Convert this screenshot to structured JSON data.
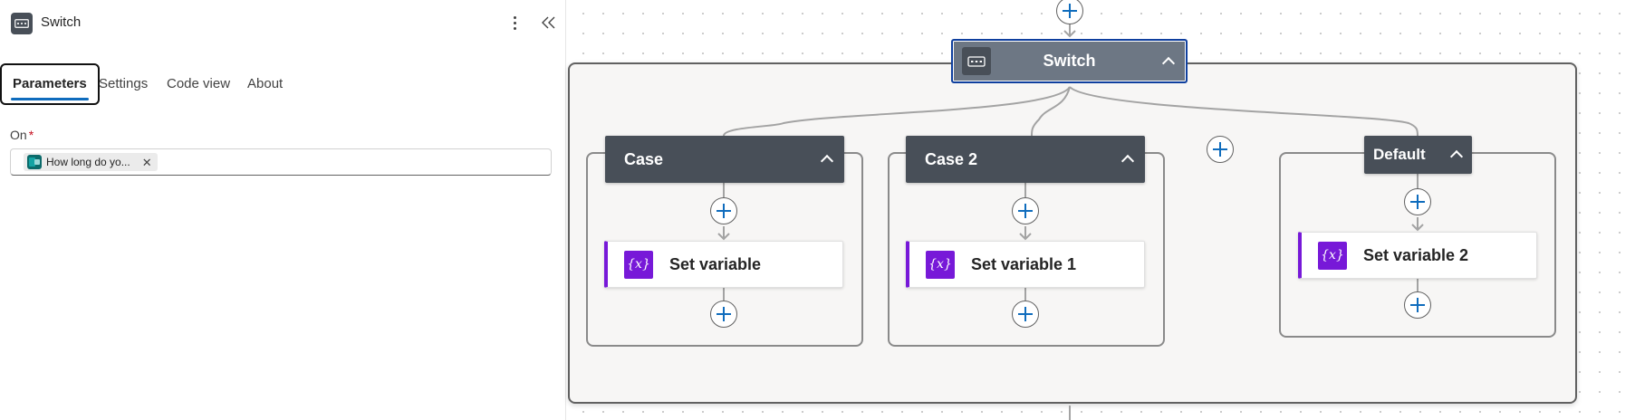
{
  "panel": {
    "title": "Switch",
    "icon": "switch-icon",
    "more_icon": "more-vertical-icon",
    "collapse_icon": "double-chevron-left-icon",
    "tabs": [
      {
        "label": "Parameters",
        "active": true
      },
      {
        "label": "Settings",
        "active": false
      },
      {
        "label": "Code view",
        "active": false
      },
      {
        "label": "About",
        "active": false
      }
    ],
    "on_field": {
      "label": "On",
      "required_mark": "*",
      "token_label": "How long do yo...",
      "token_icon": "forms-icon",
      "remove_icon": "close-icon",
      "remove_glyph": "✕"
    }
  },
  "canvas": {
    "switch": {
      "title": "Switch",
      "icon": "switch-icon",
      "expanded": true
    },
    "cases": [
      {
        "title": "Case",
        "action": "Set variable"
      },
      {
        "title": "Case 2",
        "action": "Set variable 1"
      }
    ],
    "default": {
      "title": "Default",
      "action": "Set variable 2"
    },
    "action_icon_text": "{x}",
    "colors": {
      "accent_blue": "#0f6cbd",
      "header_gray": "#484f58",
      "switch_selected": "#6d7784",
      "variable_purple": "#7719d8",
      "selection_border": "#0f3f9e"
    }
  }
}
